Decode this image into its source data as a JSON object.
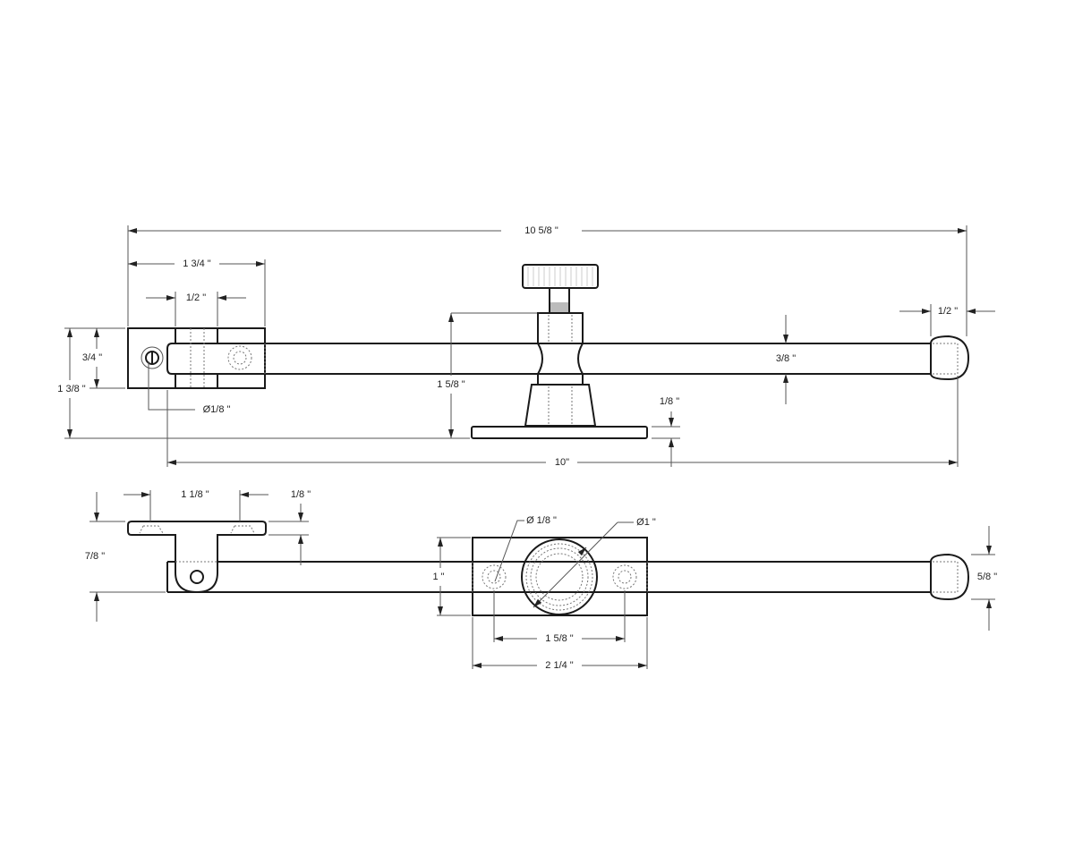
{
  "drawing": {
    "top_view": {
      "overall_length": "10 5/8 \"",
      "bracket_length": "1 3/4 \"",
      "knuckle_width": "1/2 \"",
      "bracket_height": "3/4 \"",
      "total_height": "1 3/8 \"",
      "pin_hole": "Ø1/8 \"",
      "post_height": "1 5/8 \"",
      "base_thickness": "1/8 \"",
      "bar_length": "10\"",
      "bar_width": "3/8 \"",
      "ball_length": "1/2 \""
    },
    "side_view": {
      "plate_hole_spacing": "1 1/8 \"",
      "plate_thickness": "1/8 \"",
      "bracket_height": "7/8 \"",
      "hole_dia": "Ø 1/8 \"",
      "boss_dia": "Ø1 \"",
      "base_width": "1 \"",
      "hole_spacing": "1 5/8 \"",
      "base_length": "2 1/4 \"",
      "ball_dia": "5/8 \""
    }
  },
  "colors": {
    "line": "#1a1a1a",
    "dimension": "#555555",
    "thread": "#bbbbbb"
  }
}
